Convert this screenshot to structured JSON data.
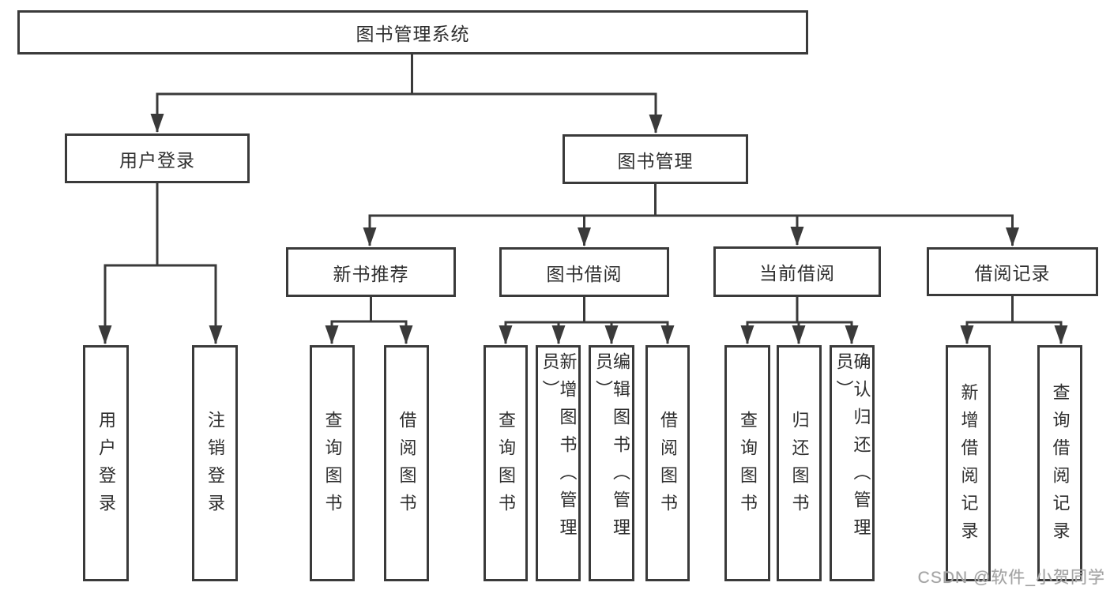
{
  "tree": {
    "root": {
      "label": "图书管理系统"
    },
    "branches": [
      {
        "label": "用户登录",
        "children": [
          {
            "label": "用户登录"
          },
          {
            "label": "注销登录"
          }
        ]
      },
      {
        "label": "图书管理",
        "children": [
          {
            "label": "新书推荐",
            "children": [
              {
                "label": "查询图书"
              },
              {
                "label": "借阅图书"
              }
            ]
          },
          {
            "label": "图书借阅",
            "children": [
              {
                "label": "查询图书"
              },
              {
                "label": "新增图书（管理员）"
              },
              {
                "label": "编辑图书（管理员）"
              },
              {
                "label": "借阅图书"
              }
            ]
          },
          {
            "label": "当前借阅",
            "children": [
              {
                "label": "查询图书"
              },
              {
                "label": "归还图书"
              },
              {
                "label": "确认归还（管理员）"
              }
            ]
          },
          {
            "label": "借阅记录",
            "children": [
              {
                "label": "新增借阅记录"
              },
              {
                "label": "查询借阅记录"
              }
            ]
          }
        ]
      }
    ]
  },
  "watermark": {
    "text": "CSDN @软件_小贺同学"
  },
  "colors": {
    "line": "#3a3a3a",
    "text": "#2e2e2e",
    "watermark": "#a3a3a3",
    "background": "#ffffff"
  }
}
